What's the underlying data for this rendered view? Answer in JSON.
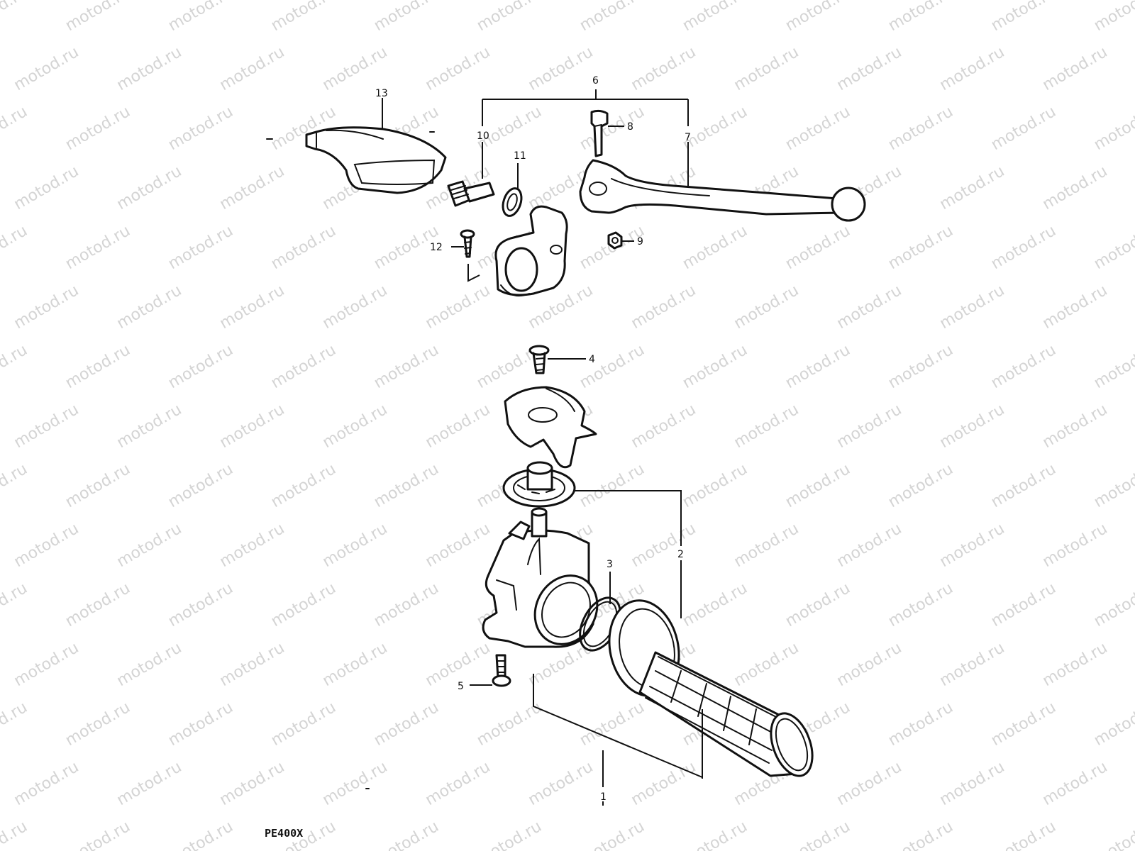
{
  "watermark": {
    "text": "motod.ru"
  },
  "diagram_code": "PE400X",
  "callouts": {
    "c1": "1",
    "c2": "2",
    "c3": "3",
    "c4": "4",
    "c5": "5",
    "c6": "6",
    "c7": "7",
    "c8": "8",
    "c9": "9",
    "c10": "10",
    "c11": "11",
    "c12": "12",
    "c13": "13"
  },
  "colors": {
    "ink": "#111111",
    "watermark": "#d4d4d4",
    "background": "#ffffff"
  }
}
